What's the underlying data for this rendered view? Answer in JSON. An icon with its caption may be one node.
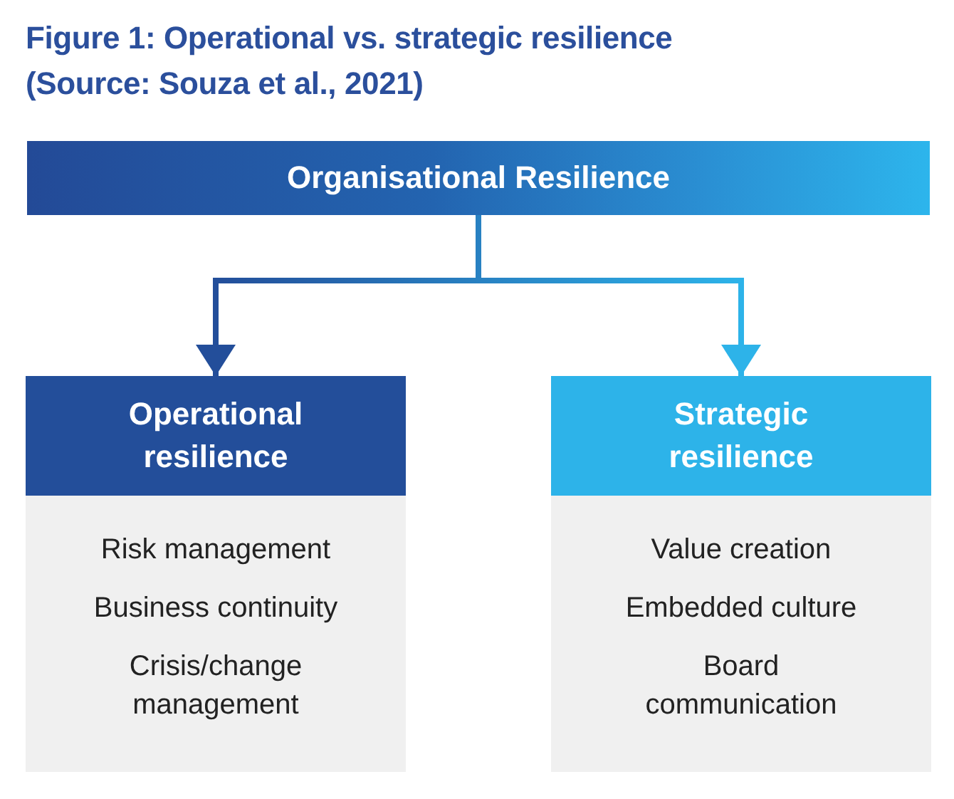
{
  "diagram": {
    "title": "Figure 1: Operational vs. strategic resilience (Source: Souza et al., 2021)",
    "nodes": [
      {
        "text": [
          "Organisational Resilience"
        ]
      },
      {
        "text": [
          "Operational resilience",
          "Risk management",
          "Business continuity",
          "Crisis/change management"
        ]
      },
      {
        "text": [
          "Strategic resilience",
          "Value creation",
          "Embedded culture",
          "Board communication"
        ]
      }
    ],
    "edges": [
      {
        "from": 0,
        "to": 1,
        "arrow": "to",
        "color": "#234e9a"
      },
      {
        "from": 0,
        "to": 2,
        "arrow": "to",
        "color": "#2db3e9"
      }
    ]
  }
}
